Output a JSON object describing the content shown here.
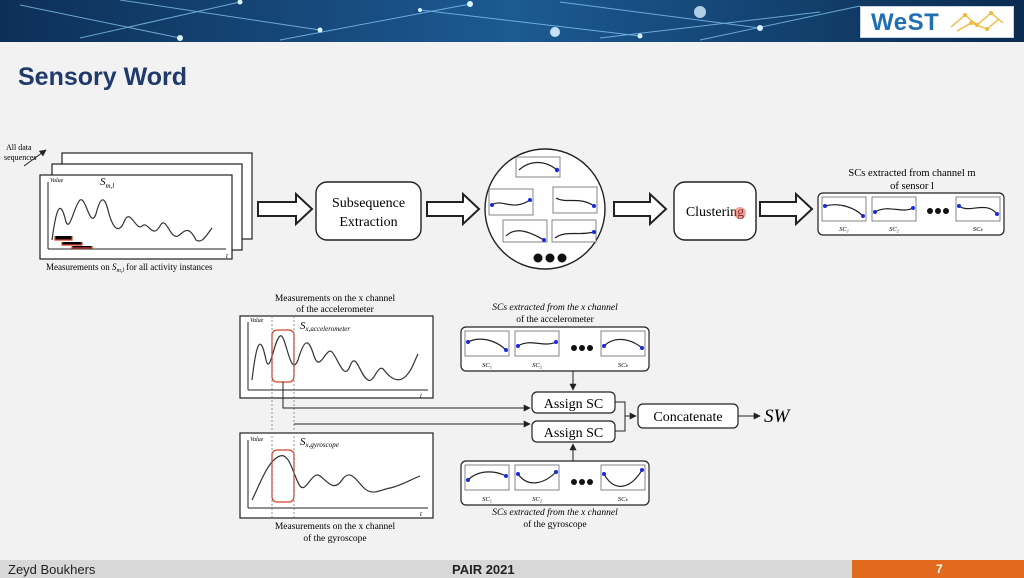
{
  "logo": {
    "text": "WeST"
  },
  "slide": {
    "title": "Sensory Word"
  },
  "top_row": {
    "all_data_label_1": "All data",
    "all_data_label_2": "sequences",
    "value_axis": "Value",
    "time_axis": "t",
    "series_label": "S",
    "series_sub": "m,l",
    "caption_prefix": "Measurements on ",
    "caption_sym": "S",
    "caption_sub": "m,l",
    "caption_suffix": " for all activity instances",
    "subseq_line1": "Subsequence",
    "subseq_line2": "Extraction",
    "clustering": "Clustering",
    "scs_line1": "SCs extracted from channel m",
    "scs_line2": "of sensor l",
    "sc_labels": [
      "SC₁",
      "SC₂",
      "SCₖ"
    ]
  },
  "bottom": {
    "acc_title_1": "Measurements on the x channel",
    "acc_title_2": "of the accelerometer",
    "acc_series": "S",
    "acc_sub": "x,accelerometer",
    "gyro_series": "S",
    "gyro_sub": "x,gyroscope",
    "gyro_caption_1": "Measurements on the x channel",
    "gyro_caption_2": "of the gyroscope",
    "sc_acc_1": "SCs extracted from the x channel",
    "sc_acc_2": "of the accelerometer",
    "sc_gyro_1": "SCs extracted from the x channel",
    "sc_gyro_2": "of the gyroscope",
    "assign_1": "Assign SC",
    "assign_2": "Assign SC",
    "concatenate": "Concatenate",
    "output": "SW",
    "value_axis": "Value",
    "time_axis": "t",
    "sc_labels": [
      "SC₁",
      "SC₂",
      "SCₖ"
    ]
  },
  "footer": {
    "author": "Zeyd Boukhers",
    "venue": "PAIR 2021",
    "page": "7"
  },
  "colors": {
    "title": "#1f3a6b",
    "accent": "#e26a1f",
    "sc_point": "#1a2bd6",
    "highlight": "#d9442a"
  }
}
